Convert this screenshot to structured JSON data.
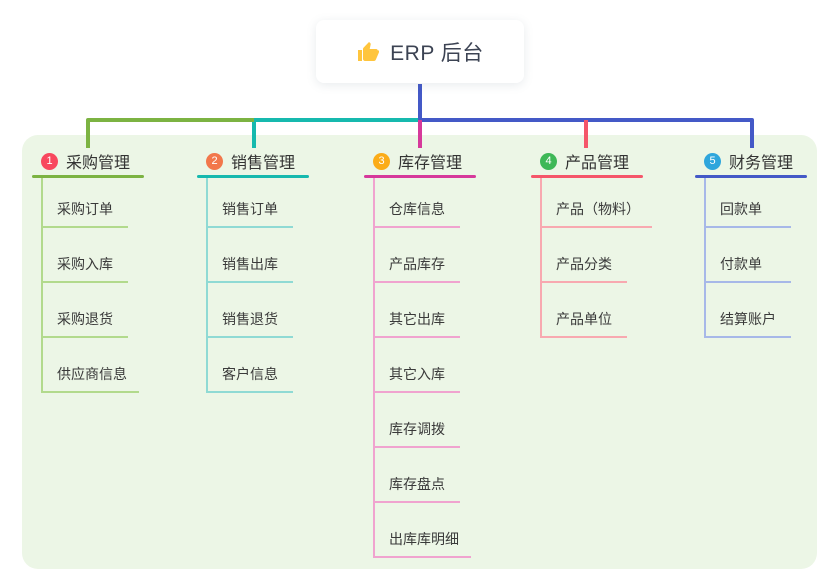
{
  "root": {
    "title": "ERP 后台",
    "icon": "thumbs-up-icon",
    "icon_color": "#FFC53D",
    "connector_color": "#4459C7"
  },
  "panel": {
    "background": "#ECF6E6"
  },
  "branches": [
    {
      "number": "1",
      "title": "采购管理",
      "badge_color": "#F8485E",
      "line_color": "#7CB342",
      "child_line_color": "#B2DA8C",
      "children": [
        "采购订单",
        "采购入库",
        "采购退货",
        "供应商信息"
      ]
    },
    {
      "number": "2",
      "title": "销售管理",
      "badge_color": "#F2774B",
      "line_color": "#16B9AE",
      "child_line_color": "#8FDAD4",
      "children": [
        "销售订单",
        "销售出库",
        "销售退货",
        "客户信息"
      ]
    },
    {
      "number": "3",
      "title": "库存管理",
      "badge_color": "#FBAC18",
      "line_color": "#D6399B",
      "child_line_color": "#F0A3CF",
      "children": [
        "仓库信息",
        "产品库存",
        "其它出库",
        "其它入库",
        "库存调拨",
        "库存盘点",
        "出库库明细"
      ]
    },
    {
      "number": "4",
      "title": "产品管理",
      "badge_color": "#3EB857",
      "line_color": "#F5566A",
      "child_line_color": "#F8A9B0",
      "children": [
        "产品（物料）",
        "产品分类",
        "产品单位"
      ]
    },
    {
      "number": "5",
      "title": "财务管理",
      "badge_color": "#2FA6DC",
      "line_color": "#4459C7",
      "child_line_color": "#A7B8E8",
      "children": [
        "回款单",
        "付款单",
        "结算账户"
      ]
    }
  ]
}
